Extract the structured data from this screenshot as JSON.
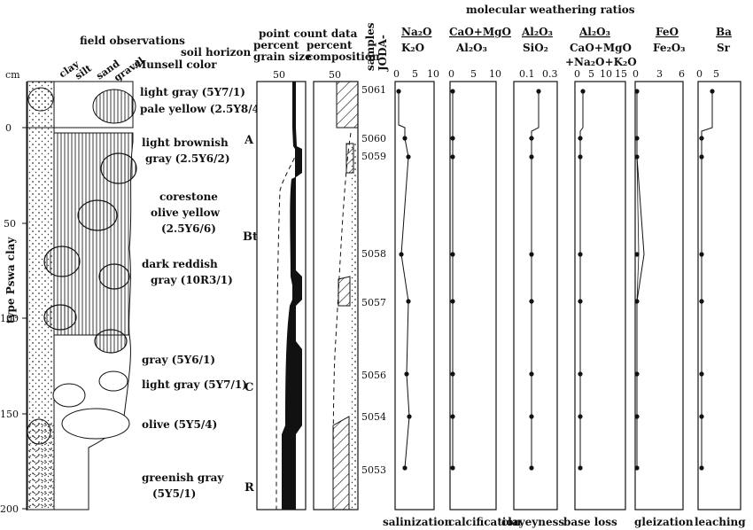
{
  "header": {
    "weathering_title": "molecular weathering ratios",
    "field_title": "field observations",
    "soil_horizon": "soil horizon",
    "munsell_color": "Munsell color",
    "pointcount_title": "point count data",
    "percent_grain": "percent",
    "grain_size": "grain size",
    "percent_comp": "percent",
    "composition": "composition",
    "samples": "samples",
    "joda": "JODA-",
    "cm": "cm",
    "texture": [
      "clay",
      "silt",
      "sand",
      "gravel"
    ],
    "vertical_label": "type Pswa clay"
  },
  "depth_ticks": [
    "0",
    "50",
    "100",
    "150",
    "200"
  ],
  "depth_ticks_neg": "0",
  "colors": [
    "light gray (5Y7/1)",
    "pale yellow (2.5Y8/4)",
    "light brownish",
    "gray (2.5Y6/2)",
    "corestone",
    "olive yellow",
    "(2.5Y6/6)",
    "dark reddish",
    "gray (10R3/1)",
    "gray (5Y6/1)",
    "light gray (5Y7/1)",
    "olive (5Y5/4)",
    "greenish gray",
    "(5Y5/1)"
  ],
  "horizons": [
    "A",
    "Bt",
    "C",
    "R"
  ],
  "samples": [
    "5061",
    "5060",
    "5059",
    "5058",
    "5057",
    "5056",
    "5054",
    "5053"
  ],
  "grain_tick": "50",
  "comp_tick": "50",
  "ratios": [
    {
      "num": "Na₂O",
      "den": "K₂O",
      "den2": "",
      "ticks": [
        "0",
        "5",
        "10"
      ],
      "process": "salinization"
    },
    {
      "num": "CaO+MgO",
      "den": "Al₂O₃",
      "den2": "",
      "ticks": [
        "0",
        "5",
        "10"
      ],
      "process": "calcification"
    },
    {
      "num": "Al₂O₃",
      "den": "SiO₂",
      "den2": "",
      "ticks": [
        "0.1",
        "0.3"
      ],
      "process": "clayeyness"
    },
    {
      "num": "Al₂O₃",
      "den": "CaO+MgO",
      "den2": "+Na₂O+K₂O",
      "ticks": [
        "0",
        "5",
        "10",
        "15"
      ],
      "process": "base loss"
    },
    {
      "num": "FeO",
      "den": "Fe₂O₃",
      "den2": "",
      "ticks": [
        "0",
        "3",
        "6"
      ],
      "process": "gleization"
    },
    {
      "num": "Ba",
      "den": "Sr",
      "den2": "",
      "ticks": [
        "0",
        "5"
      ],
      "process": "leaching"
    }
  ]
}
